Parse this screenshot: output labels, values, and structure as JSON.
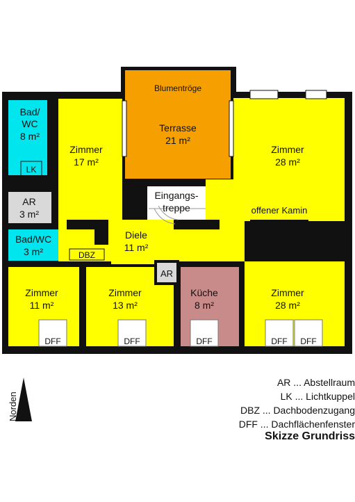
{
  "rooms": {
    "bad_wc_top": {
      "name": "Bad/",
      "name2": "WC",
      "area": "8 m²"
    },
    "lk": "LK",
    "zimmer_17": {
      "name": "Zimmer",
      "area": "17 m²"
    },
    "terrasse": {
      "name": "Terrasse",
      "area": "21 m²",
      "top_label": "Blumentröge"
    },
    "zimmer_28_top": {
      "name": "Zimmer",
      "area": "28 m²"
    },
    "ar_left": {
      "name": "AR",
      "area": "3 m²"
    },
    "eingangstreppe": {
      "line1": "Eingangs-",
      "line2": "treppe"
    },
    "offener_kamin": "offener Kamin",
    "bad_wc_small": {
      "name": "Bad/WC",
      "area": "3 m²"
    },
    "dbz": "DBZ",
    "diele": {
      "name": "Diele",
      "area": "11 m²"
    },
    "ar_center": "AR",
    "zimmer_11": {
      "name": "Zimmer",
      "area": "11 m²"
    },
    "zimmer_13": {
      "name": "Zimmer",
      "area": "13 m²"
    },
    "kueche": {
      "name": "Küche",
      "area": "8 m²"
    },
    "zimmer_28_bottom": {
      "name": "Zimmer",
      "area": "28 m²"
    },
    "dff": "DFF"
  },
  "legend": [
    "AR ... Abstellraum",
    "LK ... Lichtkuppel",
    "DBZ ... Dachbodenzugang",
    "DFF ... Dachflächenfenster"
  ],
  "title": "Skizze Grundriss",
  "north_label": "Norden",
  "colors": {
    "room_yellow": "#ffff00",
    "terrace_orange": "#f5a000",
    "bath_cyan": "#00e5ee",
    "storage_gray": "#d9d9d9",
    "kitchen_rose": "#c98a8a",
    "wall": "#111111"
  }
}
